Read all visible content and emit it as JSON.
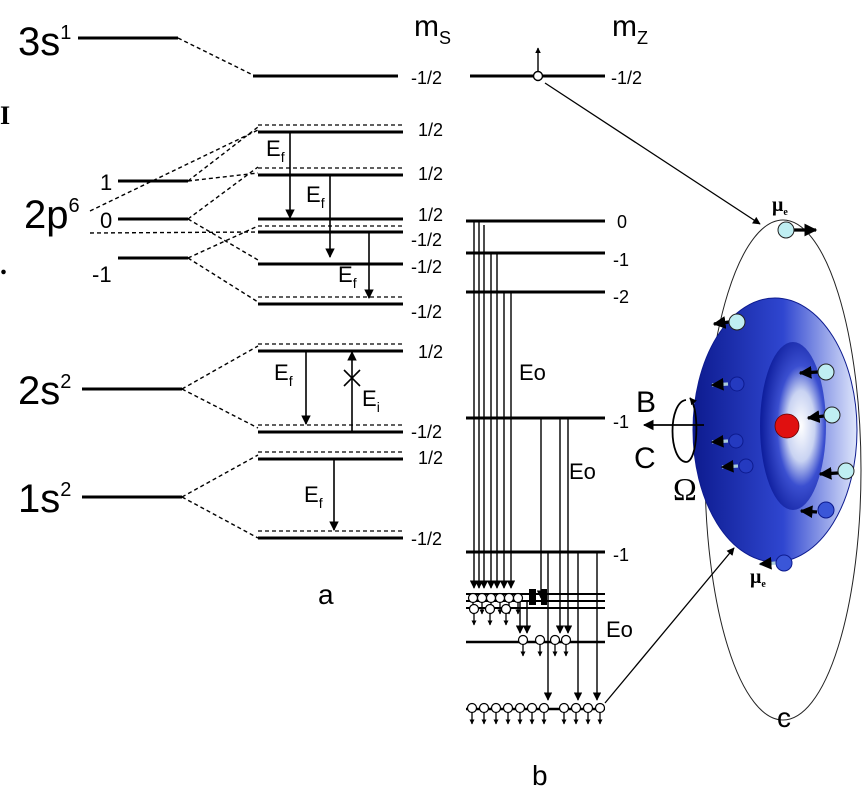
{
  "orbitals": {
    "s3": {
      "base": "3s",
      "sup": "1"
    },
    "p2": {
      "base": "2p",
      "sup": "6"
    },
    "s2": {
      "base": "2s",
      "sup": "2"
    },
    "s1": {
      "base": "1s",
      "sup": "2"
    },
    "ml": [
      "1",
      "0",
      "-1"
    ]
  },
  "headers": {
    "ms_base": "m",
    "ms_sub": "S",
    "mz_base": "m",
    "mz_sub": "Z"
  },
  "ms_values": {
    "top": "-1/2",
    "p": [
      "1/2",
      "1/2",
      "1/2",
      "-1/2",
      "-1/2",
      "-1/2"
    ],
    "s2": [
      "1/2",
      "-1/2"
    ],
    "s1": [
      "1/2",
      "-1/2"
    ]
  },
  "mz_values": {
    "top": "-1/2",
    "levels": [
      "0",
      "-1",
      "-2",
      "-1",
      "-1"
    ]
  },
  "energy_labels": {
    "ef_base": "E",
    "ef_sub": "f",
    "ei_base": "E",
    "ei_sub": "i",
    "eo": "Eo"
  },
  "panel_c": {
    "b": "B",
    "c": "C",
    "omega": "Ω",
    "mu_base": "μ",
    "mu_sub": "e"
  },
  "panel_labels": {
    "a": "a",
    "b": "b",
    "c": "c"
  },
  "edge_marks": {
    "left_top": "I",
    "left_mid": "."
  },
  "colors": {
    "torus_dark": "#1a2bb0",
    "torus_light": "#ffffff",
    "electron": "#bfeef2",
    "nucleus": "#e01010"
  }
}
